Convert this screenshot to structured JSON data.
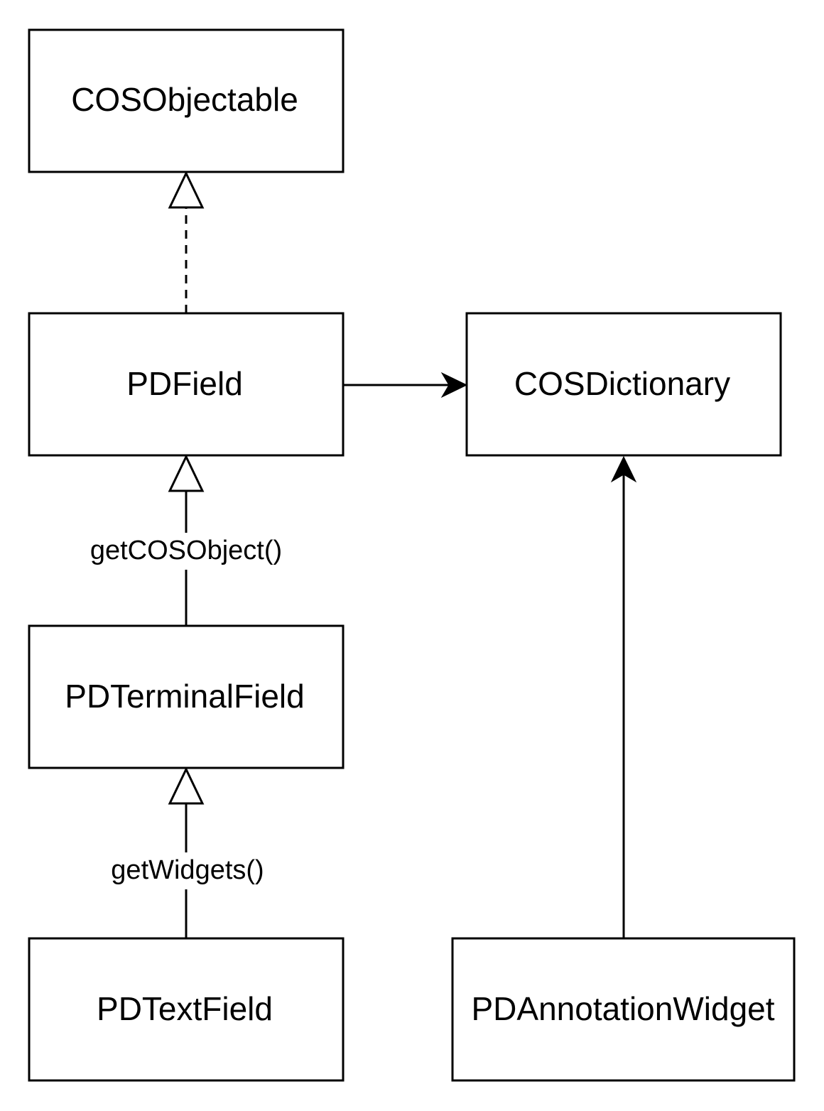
{
  "diagram": {
    "classes": {
      "cos_objectable": "COSObjectable",
      "pd_field": "PDField",
      "cos_dictionary": "COSDictionary",
      "pd_terminal_field": "PDTerminalField",
      "pd_text_field": "PDTextField",
      "pd_annotation_widget": "PDAnnotationWidget"
    },
    "edges": [
      {
        "from": "PDField",
        "to": "COSObjectable",
        "kind": "realization",
        "label": ""
      },
      {
        "from": "PDField",
        "to": "COSDictionary",
        "kind": "association",
        "label": ""
      },
      {
        "from": "PDTerminalField",
        "to": "PDField",
        "kind": "inheritance",
        "label": "getCOSObject()"
      },
      {
        "from": "PDTextField",
        "to": "PDTerminalField",
        "kind": "inheritance",
        "label": "getWidgets()"
      },
      {
        "from": "PDAnnotationWidget",
        "to": "COSDictionary",
        "kind": "association",
        "label": ""
      }
    ]
  }
}
